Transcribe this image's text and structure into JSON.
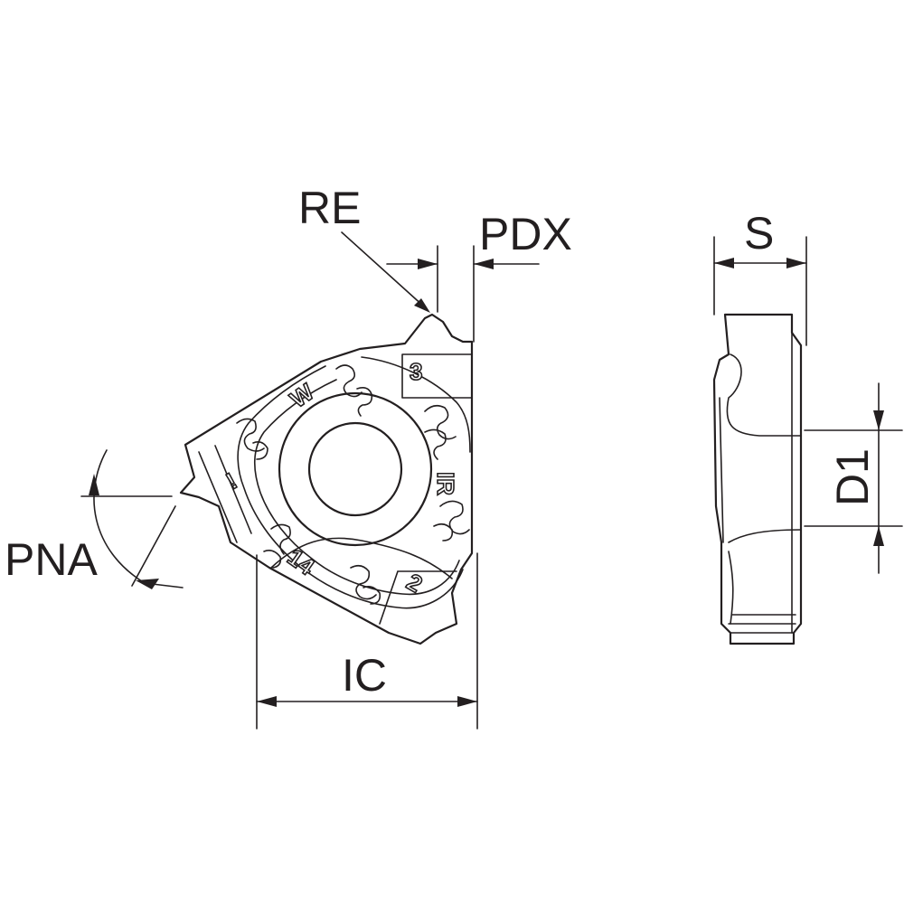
{
  "labels": {
    "re": "RE",
    "pdx": "PDX",
    "pna": "PNA",
    "ic": "IC",
    "s": "S",
    "d1": "D1"
  },
  "insert_markings": {
    "m1": "3",
    "m2": "W",
    "m3": "IR",
    "m4": "14",
    "m5": "2",
    "m6": "!"
  }
}
